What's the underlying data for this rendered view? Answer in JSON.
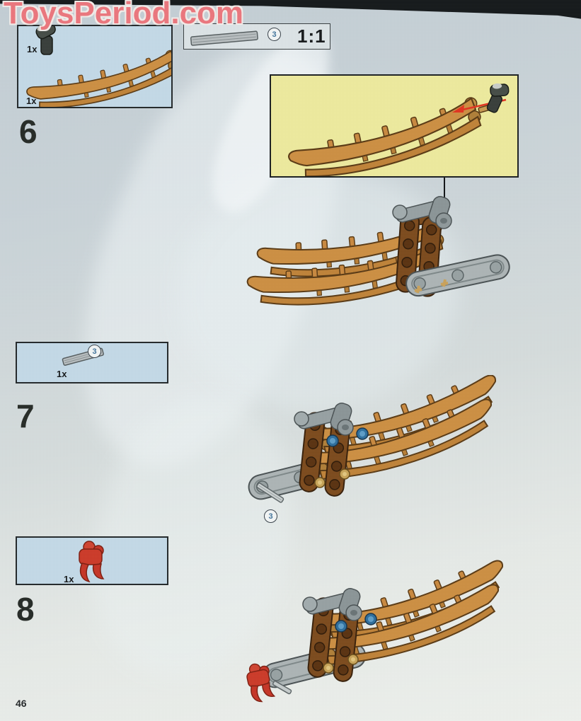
{
  "logo": {
    "text": "ToysPeriod.com"
  },
  "page": {
    "number": "46"
  },
  "scale_box": {
    "ratio": "1:1",
    "axle_label": "3"
  },
  "steps": {
    "step6": {
      "number": "6",
      "connector_qty": "1x",
      "blade_qty": "1x"
    },
    "step7": {
      "number": "7",
      "axle_qty": "1x",
      "axle_label": "3",
      "assembly_axle_label": "3"
    },
    "step8": {
      "number": "8",
      "claw_qty": "1x"
    }
  },
  "colors": {
    "brand_red": "#ec767d",
    "callout_yellow": "#eeeb9e",
    "parts_box_blue": "#c4dae8",
    "blade_orange": "#cd8f42",
    "beam_brown": "#7c4a1c",
    "gray_part": "#adb5b6",
    "blue_pin": "#2e6f9e",
    "red_part": "#cc3a28",
    "arrow_red": "#e23420"
  }
}
